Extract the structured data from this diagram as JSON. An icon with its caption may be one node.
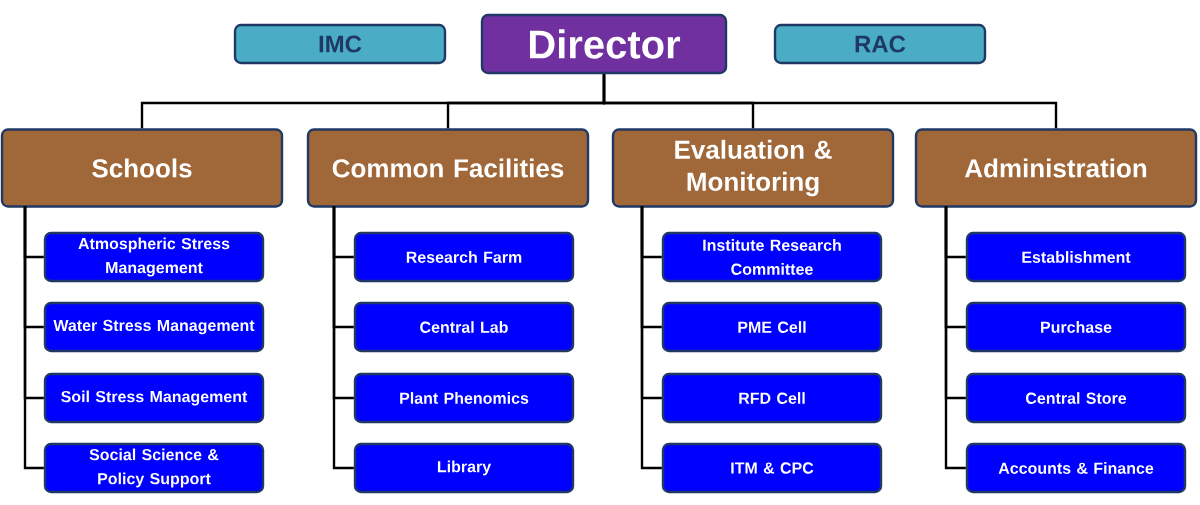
{
  "diagram": {
    "nodes": [
      {
        "text": [
          "Director"
        ]
      },
      {
        "text": [
          "IMC"
        ]
      },
      {
        "text": [
          "RAC"
        ]
      },
      {
        "text": [
          "Schools"
        ]
      },
      {
        "text": [
          "Common Facilities"
        ]
      },
      {
        "text": [
          "Evaluation & Monitoring"
        ]
      },
      {
        "text": [
          "Administration"
        ]
      },
      {
        "text": [
          "Atmospheric Stress Management"
        ]
      },
      {
        "text": [
          "Water Stress Management"
        ]
      },
      {
        "text": [
          "Soil Stress Management"
        ]
      },
      {
        "text": [
          "Social Science & Policy Support"
        ]
      },
      {
        "text": [
          "Research Farm"
        ]
      },
      {
        "text": [
          "Central Lab"
        ]
      },
      {
        "text": [
          "Plant Phenomics"
        ]
      },
      {
        "text": [
          "Library"
        ]
      },
      {
        "text": [
          "Institute Research Committee"
        ]
      },
      {
        "text": [
          "PME Cell"
        ]
      },
      {
        "text": [
          "RFD Cell"
        ]
      },
      {
        "text": [
          "ITM & CPC"
        ]
      },
      {
        "text": [
          "Establishment"
        ]
      },
      {
        "text": [
          "Purchase"
        ]
      },
      {
        "text": [
          "Central Store"
        ]
      },
      {
        "text": [
          "Accounts & Finance"
        ]
      }
    ],
    "edges": [
      {
        "from": 0,
        "to": 3,
        "arrow": "none"
      },
      {
        "from": 0,
        "to": 4,
        "arrow": "none"
      },
      {
        "from": 0,
        "to": 5,
        "arrow": "none"
      },
      {
        "from": 0,
        "to": 6,
        "arrow": "none"
      },
      {
        "from": 3,
        "to": 7,
        "arrow": "none"
      },
      {
        "from": 3,
        "to": 8,
        "arrow": "none"
      },
      {
        "from": 3,
        "to": 9,
        "arrow": "none"
      },
      {
        "from": 3,
        "to": 10,
        "arrow": "none"
      },
      {
        "from": 4,
        "to": 11,
        "arrow": "none"
      },
      {
        "from": 4,
        "to": 12,
        "arrow": "none"
      },
      {
        "from": 4,
        "to": 13,
        "arrow": "none"
      },
      {
        "from": 4,
        "to": 14,
        "arrow": "none"
      },
      {
        "from": 5,
        "to": 15,
        "arrow": "none"
      },
      {
        "from": 5,
        "to": 16,
        "arrow": "none"
      },
      {
        "from": 5,
        "to": 17,
        "arrow": "none"
      },
      {
        "from": 5,
        "to": 18,
        "arrow": "none"
      },
      {
        "from": 6,
        "to": 19,
        "arrow": "none"
      },
      {
        "from": 6,
        "to": 20,
        "arrow": "none"
      },
      {
        "from": 6,
        "to": 21,
        "arrow": "none"
      },
      {
        "from": 6,
        "to": 22,
        "arrow": "none"
      }
    ]
  }
}
